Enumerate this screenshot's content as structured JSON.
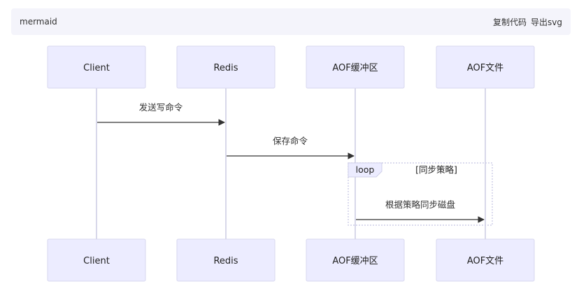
{
  "header": {
    "title": "mermaid",
    "copy_code_label": "复制代码",
    "export_svg_label": "导出svg"
  },
  "diagram": {
    "participants": [
      "Client",
      "Redis",
      "AOF缓冲区",
      "AOF文件"
    ],
    "messages": [
      {
        "from": 0,
        "to": 1,
        "label": "发送写命令"
      },
      {
        "from": 1,
        "to": 2,
        "label": "保存命令"
      },
      {
        "from": 2,
        "to": 3,
        "label": "根据策略同步磁盘"
      }
    ],
    "loop": {
      "keyword": "loop",
      "condition": "[同步策略]"
    }
  },
  "colors": {
    "actor_fill": "#ececff",
    "topbar_bg": "#f4f4fb",
    "line": "#333333"
  }
}
